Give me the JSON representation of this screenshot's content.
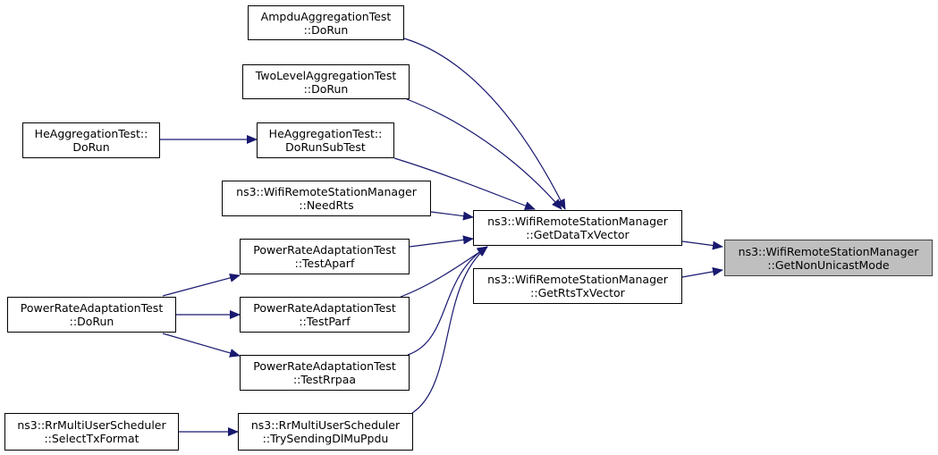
{
  "colors": {
    "edge": "#191970",
    "focus_fill": "#bfbfbf",
    "border": "#000000"
  },
  "nodes": {
    "ampdu": {
      "line1": "AmpduAggregationTest",
      "line2": "::DoRun"
    },
    "twolevel": {
      "line1": "TwoLevelAggregationTest",
      "line2": "::DoRun"
    },
    "he_run": {
      "line1": "HeAggregationTest::",
      "line2": "DoRun"
    },
    "he_sub": {
      "line1": "HeAggregationTest::",
      "line2": "DoRunSubTest"
    },
    "needrts": {
      "line1": "ns3::WifiRemoteStationManager",
      "line2": "::NeedRts"
    },
    "aparf": {
      "line1": "PowerRateAdaptationTest",
      "line2": "::TestAparf"
    },
    "pra_run": {
      "line1": "PowerRateAdaptationTest",
      "line2": "::DoRun"
    },
    "parf": {
      "line1": "PowerRateAdaptationTest",
      "line2": "::TestParf"
    },
    "rrpaa": {
      "line1": "PowerRateAdaptationTest",
      "line2": "::TestRrpaa"
    },
    "select_tx": {
      "line1": "ns3::RrMultiUserScheduler",
      "line2": "::SelectTxFormat"
    },
    "try_send": {
      "line1": "ns3::RrMultiUserScheduler",
      "line2": "::TrySendingDlMuPpdu"
    },
    "data_tx": {
      "line1": "ns3::WifiRemoteStationManager",
      "line2": "::GetDataTxVector"
    },
    "rts_tx": {
      "line1": "ns3::WifiRemoteStationManager",
      "line2": "::GetRtsTxVector"
    },
    "nonunicast": {
      "line1": "ns3::WifiRemoteStationManager",
      "line2": "::GetNonUnicastMode"
    }
  }
}
